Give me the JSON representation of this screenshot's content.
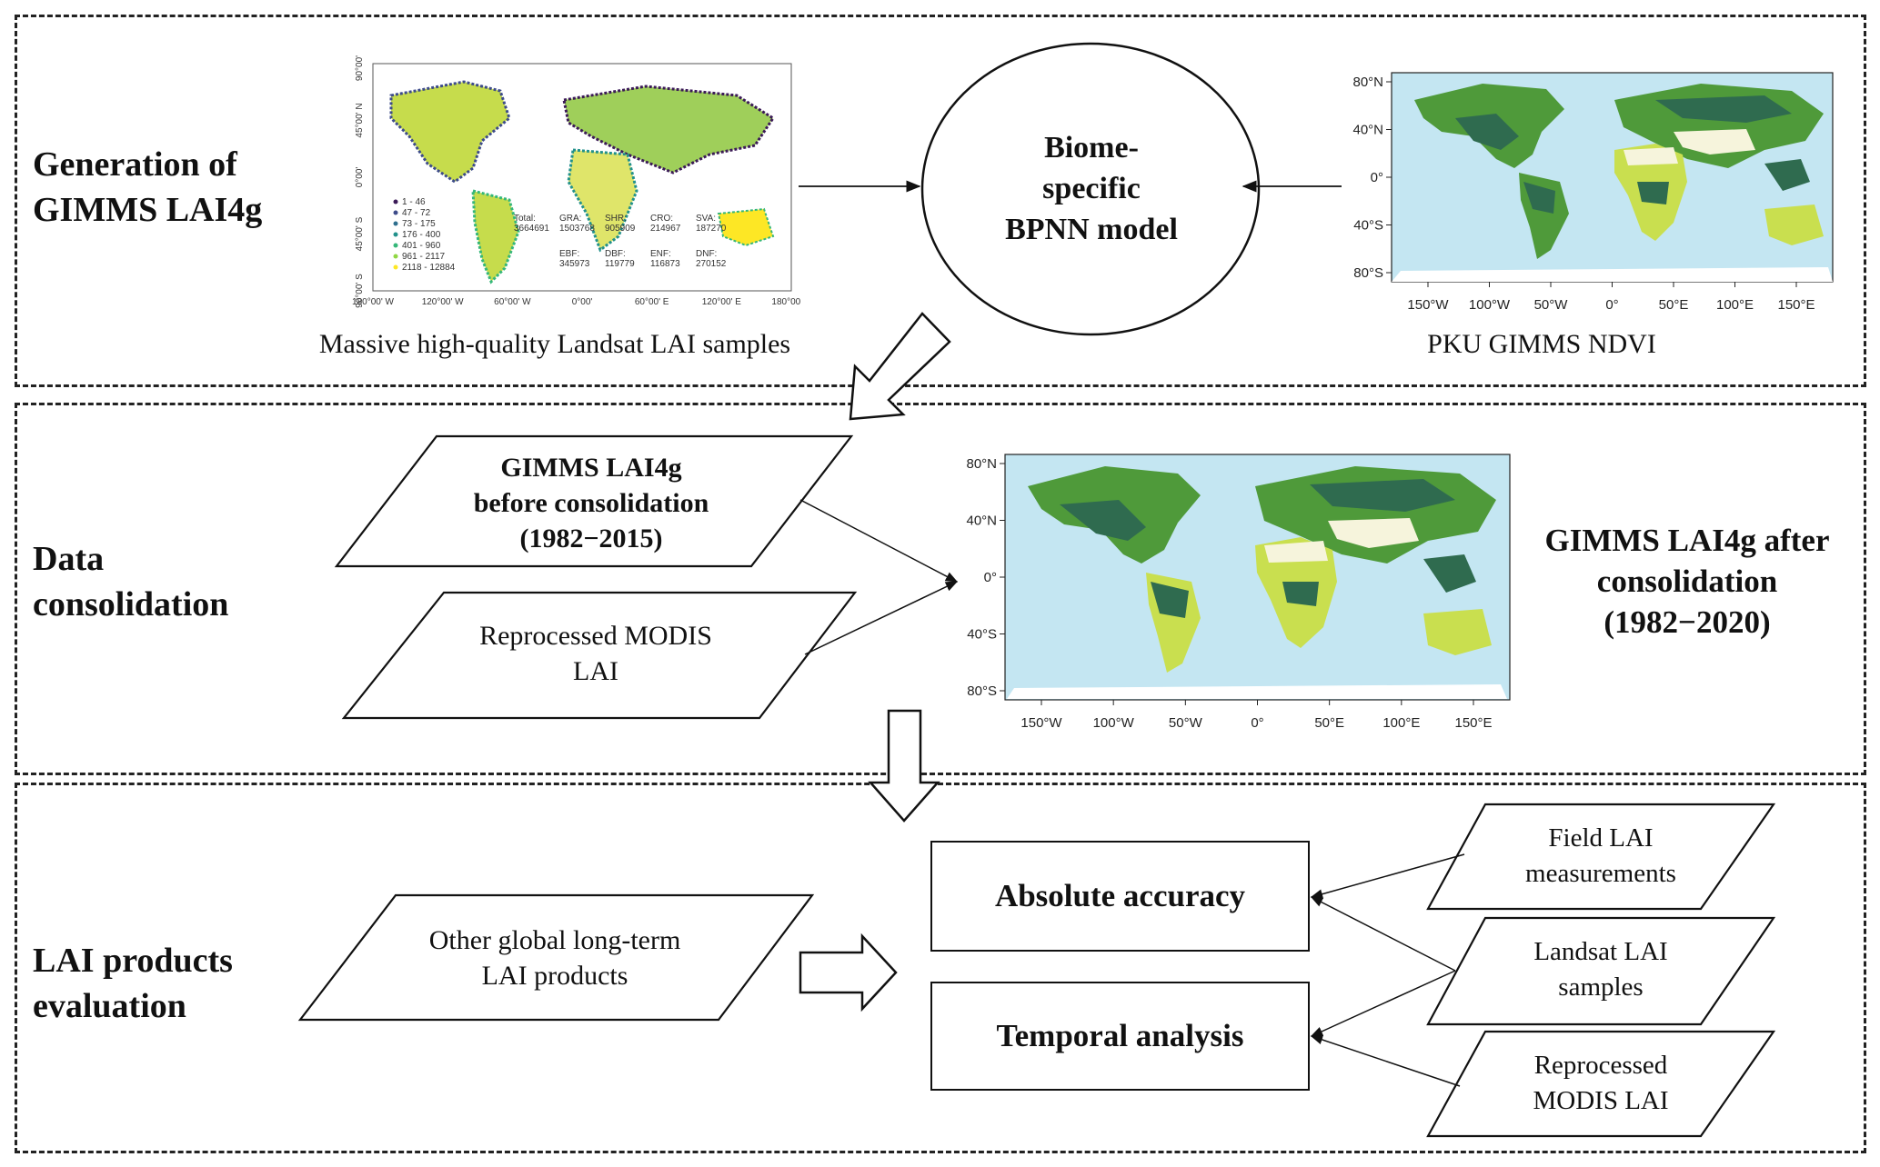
{
  "stages": {
    "generation": "Generation of\nGIMMS LAI4g",
    "consolidation": "Data\nconsolidation",
    "evaluation": "LAI products\nevaluation"
  },
  "generation": {
    "model_label": "Biome-\nspecific\nBPNN model",
    "landsat_caption": "Massive high-quality Landsat LAI samples",
    "ndvi_caption": "PKU GIMMS NDVI",
    "sample_map": {
      "legend": [
        "1 - 46",
        "47 - 72",
        "73 - 175",
        "176 - 400",
        "401 - 960",
        "961 - 2117",
        "2118 - 12884"
      ],
      "legend_colors": [
        "#3b1a57",
        "#3d4b8a",
        "#2e6f8e",
        "#22918b",
        "#35b779",
        "#90d743",
        "#fde725"
      ],
      "stats": [
        {
          "label": "Total:",
          "value": "3664691"
        },
        {
          "label": "GRA:",
          "value": "1503768"
        },
        {
          "label": "SHR:",
          "value": "905909"
        },
        {
          "label": "CRO:",
          "value": "214967"
        },
        {
          "label": "SVA:",
          "value": "187270"
        },
        {
          "label": "EBF:",
          "value": "345973"
        },
        {
          "label": "DBF:",
          "value": "119779"
        },
        {
          "label": "ENF:",
          "value": "116873"
        },
        {
          "label": "DNF:",
          "value": "270152"
        }
      ],
      "x_ticks": [
        "180°00' W",
        "120°00' W",
        "60°00' W",
        "0°00'",
        "60°00' E",
        "120°00' E",
        "180°00' E"
      ],
      "y_ticks": [
        "90°00' N",
        "45°00' N",
        "0°00'",
        "45°00' S",
        "90°00' S"
      ]
    },
    "ndvi_map": {
      "y_ticks": [
        "80°N",
        "40°N",
        "0°",
        "40°S",
        "80°S"
      ],
      "x_ticks": [
        "150°W",
        "100°W",
        "50°W",
        "0°",
        "50°E",
        "100°E",
        "150°E"
      ]
    }
  },
  "consolidation": {
    "input1": "GIMMS LAI4g\nbefore consolidation\n(1982−2015)",
    "input2": "Reprocessed MODIS\nLAI",
    "output_label": "GIMMS LAI4g after\nconsolidation\n(1982−2020)",
    "map": {
      "y_ticks": [
        "80°N",
        "40°N",
        "0°",
        "40°S",
        "80°S"
      ],
      "x_ticks": [
        "150°W",
        "100°W",
        "50°W",
        "0°",
        "50°E",
        "100°E",
        "150°E"
      ]
    }
  },
  "evaluation": {
    "input": "Other global long-term\nLAI products",
    "box1": "Absolute accuracy",
    "box2": "Temporal analysis",
    "ref1": "Field LAI\nmeasurements",
    "ref2": "Landsat LAI\nsamples",
    "ref3": "Reprocessed\nMODIS LAI"
  },
  "colors": {
    "ocean": "#c4e6f2",
    "land_dense": "#2f6b4f",
    "land_mid": "#4f9a3a",
    "land_low": "#c9df4f",
    "land_bare": "#f6f4dc"
  }
}
